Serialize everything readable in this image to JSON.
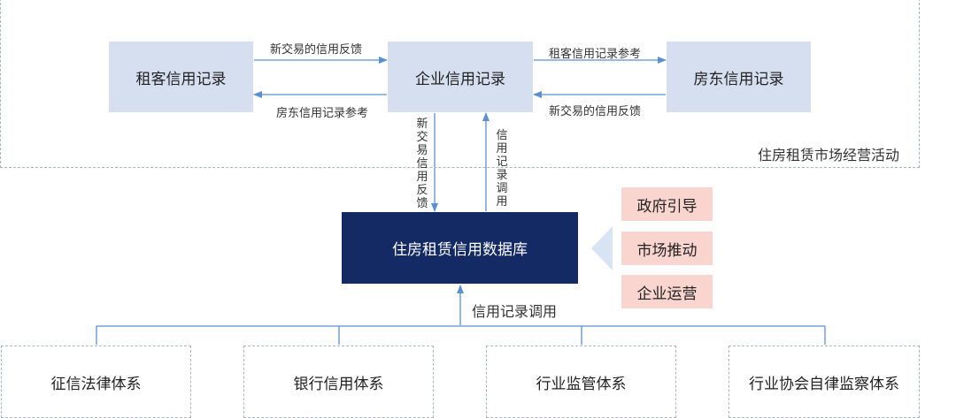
{
  "region": {
    "label": "住房租赁市场经营活动"
  },
  "nodes": {
    "tenant": "租客信用记录",
    "enterprise": "企业信用记录",
    "landlord": "房东信用记录",
    "database": "住房租赁信用数据库",
    "gov": "政府引导",
    "market": "市场推动",
    "ops": "企业运营"
  },
  "edges": {
    "tenant_to_enterprise": "新交易的信用反馈",
    "enterprise_to_tenant": "房东信用记录参考",
    "enterprise_to_landlord": "租客信用记录参考",
    "landlord_to_enterprise": "新交易的信用反馈",
    "enterprise_to_db": "新交易信用反馈",
    "db_to_enterprise": "信用记录调用",
    "systems_to_db": "信用记录调用"
  },
  "systems": [
    "征信法律体系",
    "银行信用体系",
    "行业监管体系",
    "行业协会自律监察体系"
  ],
  "colors": {
    "line": "#5b8fd0",
    "dark": "#142a65",
    "light": "#d6dff0",
    "pink": "#fad5cf",
    "arrow_fill": "#d8e4f3"
  }
}
